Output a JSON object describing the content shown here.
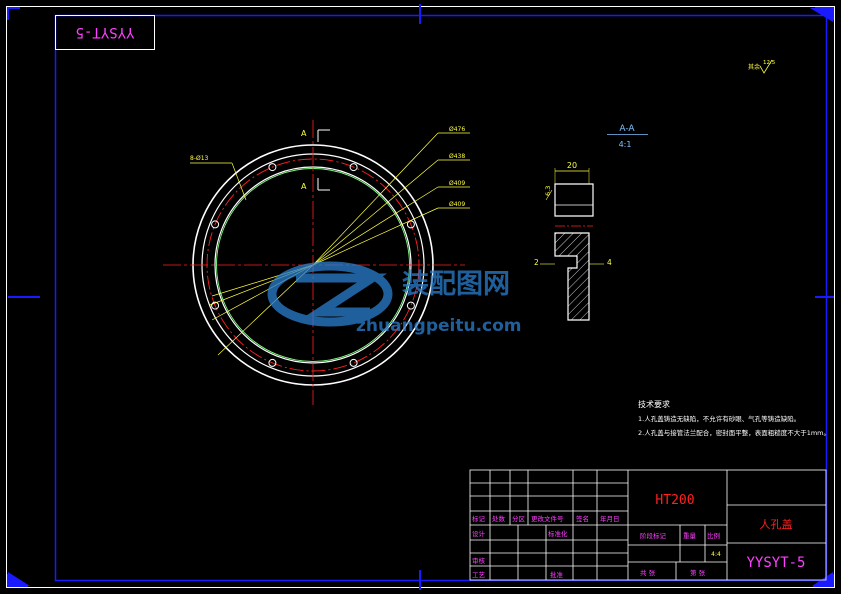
{
  "drawing_number_rotated": "YYSYT-5",
  "roughness_mark": "其余",
  "roughness_value": "12.5",
  "section_view": {
    "label": "A-A",
    "scale": "4:1"
  },
  "section_marks": {
    "top": "A",
    "bottom": "A"
  },
  "dimensions": {
    "holes": "8-Ø13",
    "d476": "Ø476",
    "d438": "Ø438",
    "d409a": "Ø409",
    "d409b": "Ø409",
    "width": "20",
    "roughness_side": "6.3",
    "step_left": "2",
    "step_right": "4"
  },
  "watermark": {
    "brand": "装配图网",
    "url": "zhuangpeitu.com"
  },
  "tech_requirements": {
    "title": "技术要求",
    "items": [
      "1.人孔盖铸造无缺陷，不允许有砂眼、气孔等铸造缺陷。",
      "2.人孔盖与接管法兰配合，密封面平整，表面粗糙度不大于1mm。"
    ]
  },
  "title_block": {
    "material": "HT200",
    "part_name": "人孔盖",
    "drawing_number": "YYSYT-5",
    "headers": [
      "标记",
      "处数",
      "分区",
      "更改文件号",
      "签名",
      "年月日"
    ],
    "row_design": [
      "设计",
      "标准化"
    ],
    "row_review": "审核",
    "row_process": "工艺",
    "row_approve": "批准",
    "stage_mark": "阶段标记",
    "weight": "重量",
    "ratio": "比例",
    "ratio_value": "4:4",
    "sheets_total": "共 张",
    "sheet_no": "第 张"
  },
  "colors": {
    "frame": "#1010e0",
    "white": "#ffffff",
    "yellow": "#ffff40",
    "red": "#ff2020",
    "green": "#80ff80",
    "magenta": "#ff40ff",
    "watermark": "#2a7fd0"
  }
}
